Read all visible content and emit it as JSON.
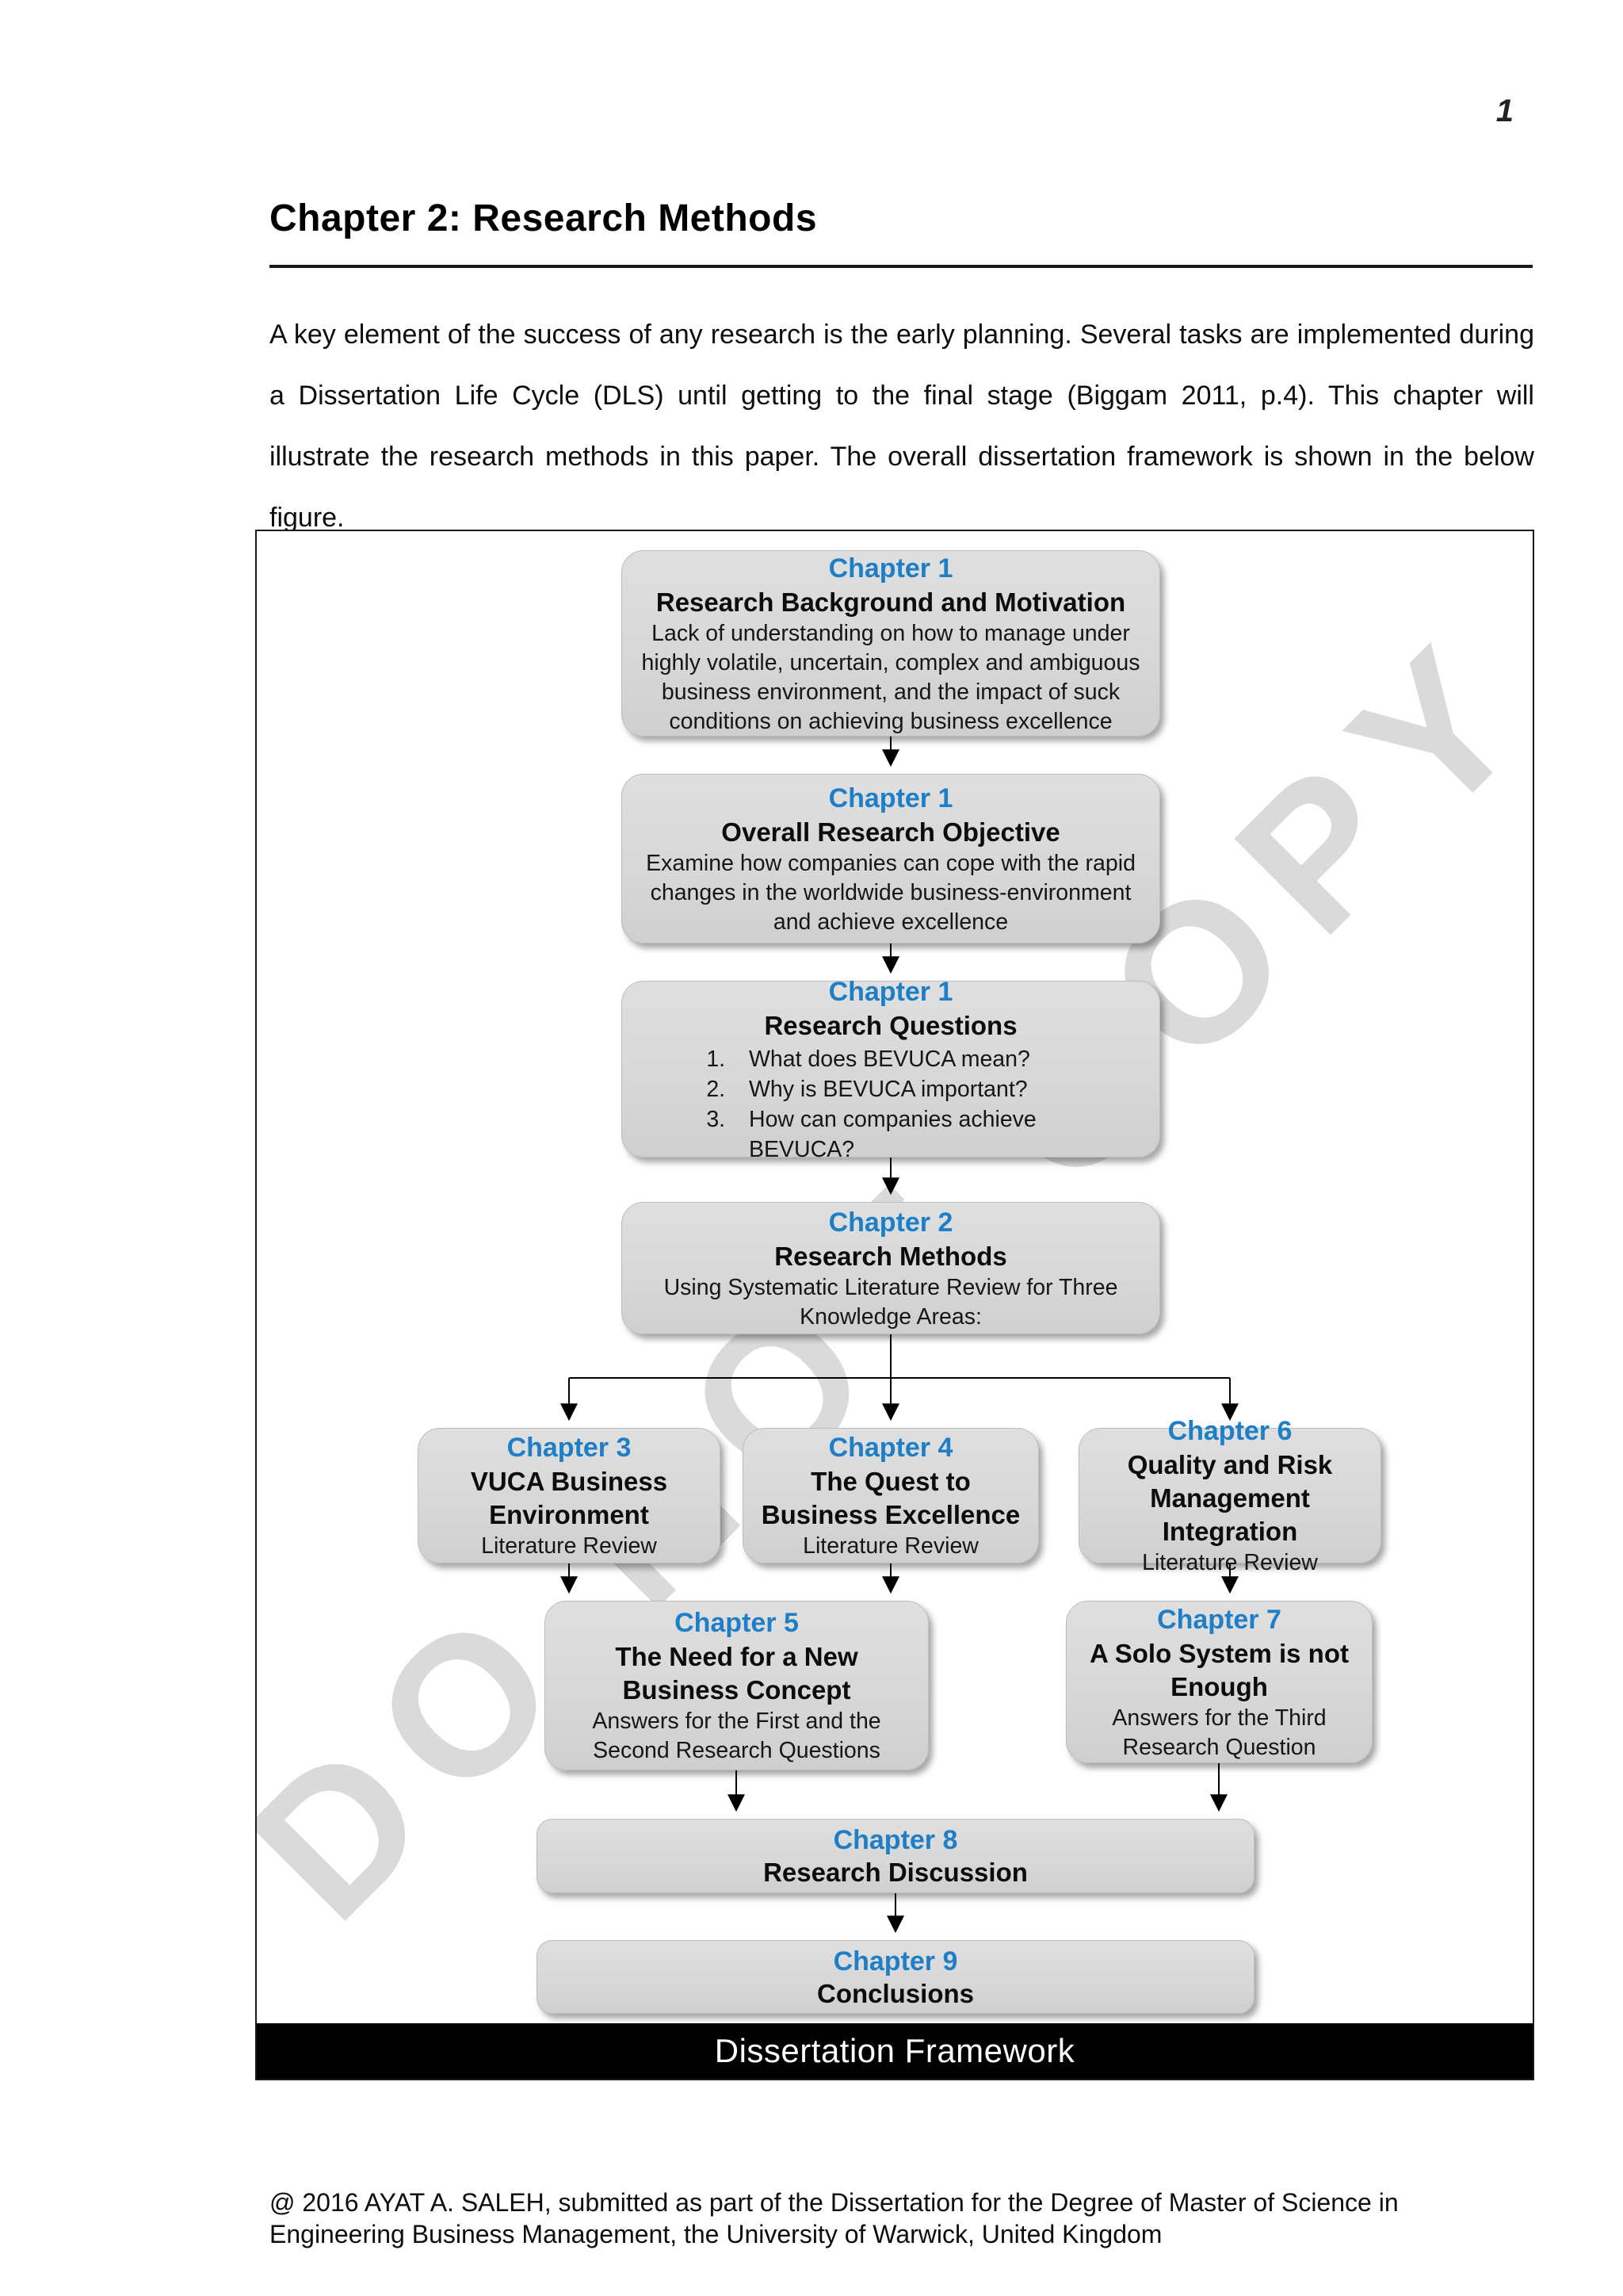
{
  "page": {
    "number": "1"
  },
  "header": {
    "title": "Chapter 2: Research Methods"
  },
  "intro": {
    "text": "A key element of the success of any research is the early planning. Several tasks are implemented during a Dissertation Life Cycle (DLS) until getting to the final stage (Biggam 2011, p.4). This chapter will illustrate the research methods in this paper. The overall dissertation framework is shown in the below figure."
  },
  "figure": {
    "caption": "Dissertation Framework",
    "watermark": "DO NOT COPY",
    "accent_color": "#1e7ec6",
    "boxes": {
      "rbm": {
        "chapter": "Chapter 1",
        "title": "Research Background and Motivation",
        "body": "Lack of understanding on how to manage under highly volatile, uncertain, complex and ambiguous business environment, and the impact of suck conditions on achieving business excellence"
      },
      "oro": {
        "chapter": "Chapter 1",
        "title": "Overall Research Objective",
        "body": "Examine how companies can cope with the rapid changes in the worldwide business-environment and achieve excellence"
      },
      "rq": {
        "chapter": "Chapter 1",
        "title": "Research Questions",
        "items": [
          "What does BEVUCA mean?",
          "Why is BEVUCA important?",
          "How can companies achieve BEVUCA?"
        ]
      },
      "rm": {
        "chapter": "Chapter 2",
        "title": "Research Methods",
        "body": "Using Systematic Literature Review for Three Knowledge Areas:"
      },
      "ch3": {
        "chapter": "Chapter 3",
        "title": "VUCA Business Environment",
        "body": "Literature Review"
      },
      "ch4": {
        "chapter": "Chapter 4",
        "title": "The Quest to Business Excellence",
        "body": "Literature Review"
      },
      "ch6": {
        "chapter": "Chapter 6",
        "title": "Quality and Risk Management Integration",
        "body": "Literature Review"
      },
      "ch5": {
        "chapter": "Chapter 5",
        "title": "The Need for a New Business Concept",
        "body": "Answers for the First and the Second Research Questions"
      },
      "ch7": {
        "chapter": "Chapter 7",
        "title": "A Solo System is not Enough",
        "body": "Answers for the Third Research Question"
      },
      "ch8": {
        "chapter": "Chapter 8",
        "title": "Research Discussion"
      },
      "ch9": {
        "chapter": "Chapter 9",
        "title": "Conclusions"
      }
    }
  },
  "footer": {
    "line1": "@ 2016 AYAT A. SALEH, submitted as part of the Dissertation for the Degree of Master of Science in",
    "line2": "Engineering Business Management, the University of Warwick, United Kingdom"
  }
}
